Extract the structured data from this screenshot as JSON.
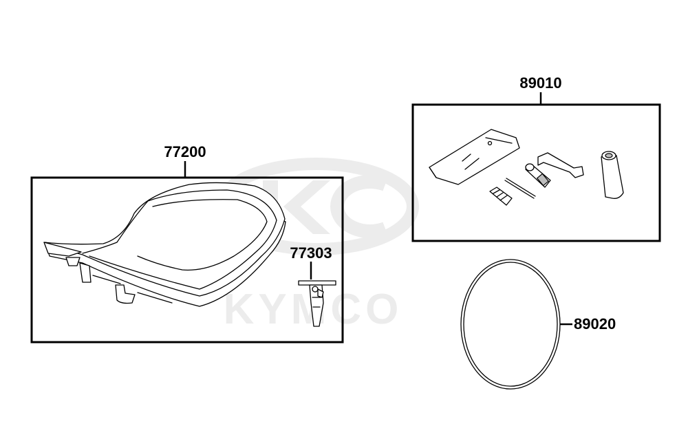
{
  "watermark": {
    "brand": "KYMCO",
    "logo_icon": "kymco-logo-icon",
    "color": "#ececec"
  },
  "parts": {
    "seat": {
      "number": "77200",
      "icon": "seat-icon"
    },
    "seat_latch": {
      "number": "77303",
      "icon": "seat-latch-icon"
    },
    "tool_kit": {
      "number": "89010",
      "icon": "tool-kit-icon"
    },
    "band": {
      "number": "89020",
      "icon": "rubber-band-icon"
    }
  },
  "colors": {
    "line": "#000000",
    "background": "#ffffff",
    "shade": "#bdbdbd"
  }
}
